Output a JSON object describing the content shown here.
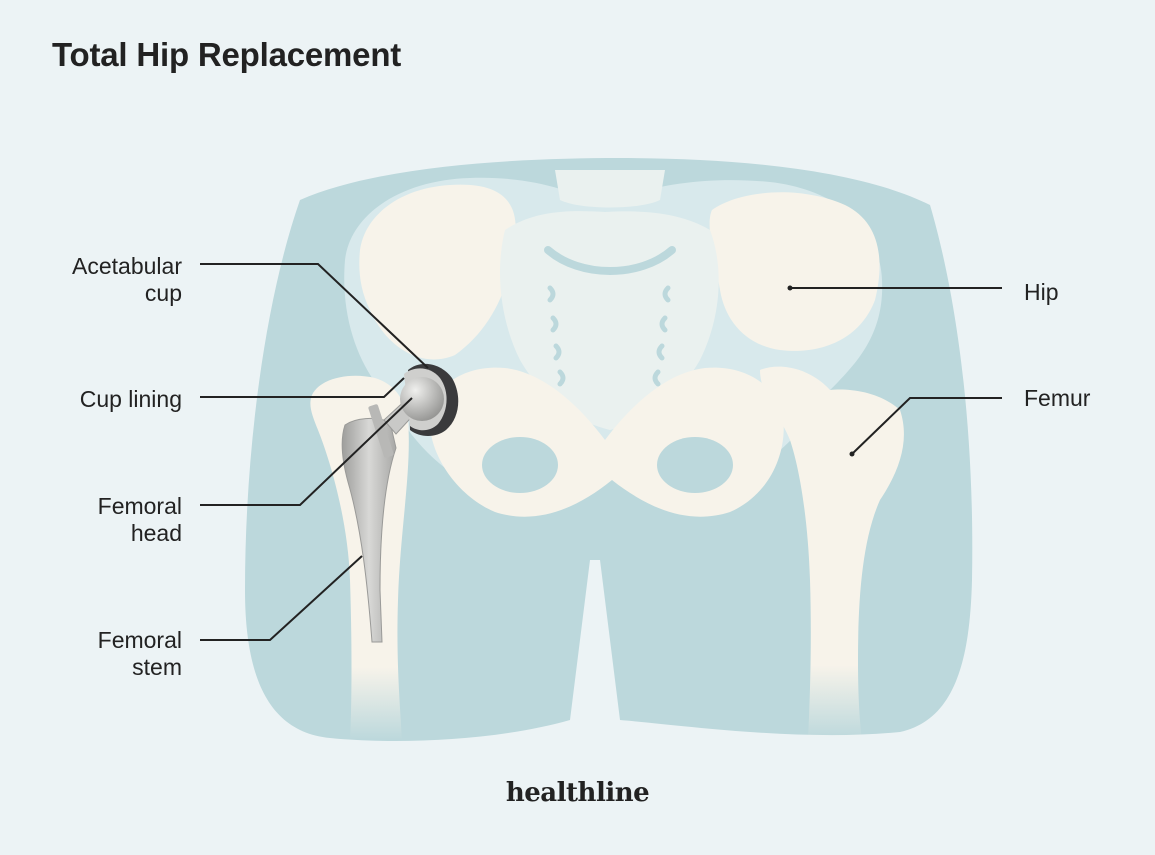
{
  "title": "Total Hip Replacement",
  "labels": {
    "acetabular_cup": {
      "line1": "Acetabular",
      "line2": "cup"
    },
    "cup_lining": "Cup lining",
    "femoral_head": {
      "line1": "Femoral",
      "line2": "head"
    },
    "femoral_stem": {
      "line1": "Femoral",
      "line2": "stem"
    },
    "hip": "Hip",
    "femur": "Femur"
  },
  "brand": "healthline",
  "colors": {
    "background": "#ecf3f5",
    "body": "#bcd8dc",
    "bone": "#f7f3ea",
    "implant": "#c4c4c2",
    "implant_dark": "#3a3a3c",
    "leader_line": "#222222",
    "text": "#222222"
  }
}
